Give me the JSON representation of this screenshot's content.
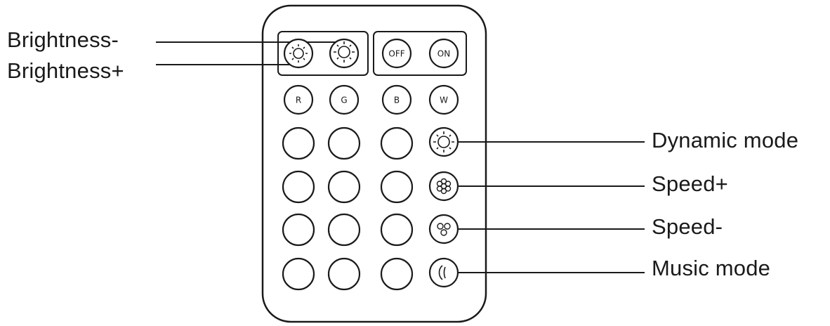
{
  "annotations": {
    "brightness_down": "Brightness-",
    "brightness_up": "Brightness+",
    "dynamic_mode": "Dynamic mode",
    "speed_up": "Speed+",
    "speed_down": "Speed-",
    "music_mode": "Music mode"
  },
  "buttons": {
    "off": "OFF",
    "on": "ON",
    "r": "R",
    "g": "G",
    "b": "B",
    "w": "W"
  },
  "icons": {
    "brightness_down": "sun-small-icon",
    "brightness_up": "sun-large-icon",
    "dynamic_mode": "sun-icon",
    "speed_up": "flower-icon",
    "speed_down": "trefoil-icon",
    "music_mode": "music-wave-icon"
  },
  "colors": {
    "line": "#1a1a1a",
    "background": "#ffffff"
  }
}
